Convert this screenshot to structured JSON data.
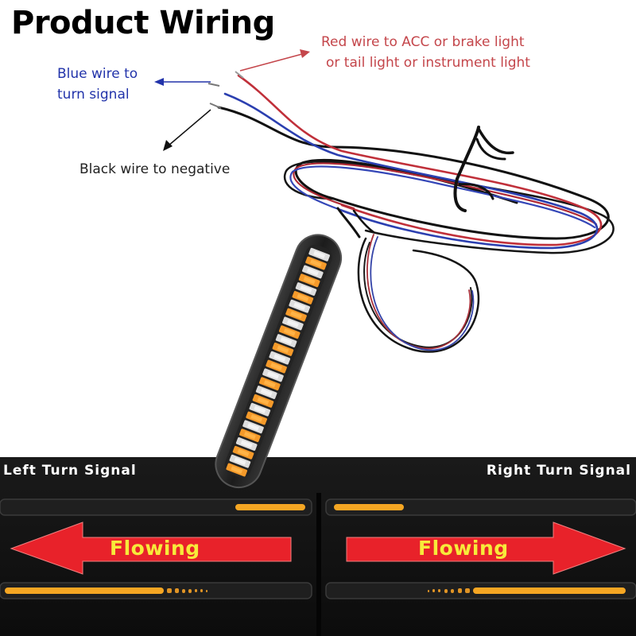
{
  "title": "Product Wiring",
  "labels": {
    "red_wire_line1": "Red wire to ACC or brake light",
    "red_wire_line2": "or tail light or instrument light",
    "blue_wire_line1": "Blue wire to",
    "blue_wire_line2": "turn signal",
    "black_wire": "Black wire to negative"
  },
  "demo": {
    "left_signal_label": "Left Turn Signal",
    "right_signal_label": "Right Turn Signal",
    "left_flow_label": "Flowing",
    "right_flow_label": "Flowing"
  },
  "colors": {
    "red_wire": "#c0303a",
    "blue_wire": "#2b3fb0",
    "black_wire": "#111111",
    "led_amber": "#f59a2a",
    "arrow_red": "#e8222a",
    "flow_text": "#f7ea3a"
  }
}
